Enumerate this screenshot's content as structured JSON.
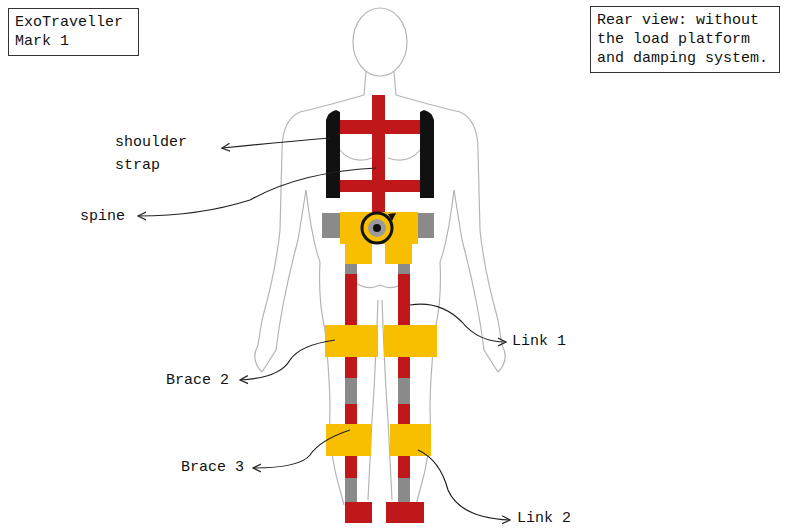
{
  "diagram": {
    "nodes": [
      {
        "text": [
          "ExoTraveller Mark 1"
        ]
      },
      {
        "text": [
          "Rear view: without the load platform and damping system."
        ]
      }
    ],
    "labels": [
      "shoulder strap",
      "spine",
      "Link 1",
      "Brace 2",
      "Brace 3",
      "Link 2"
    ]
  }
}
